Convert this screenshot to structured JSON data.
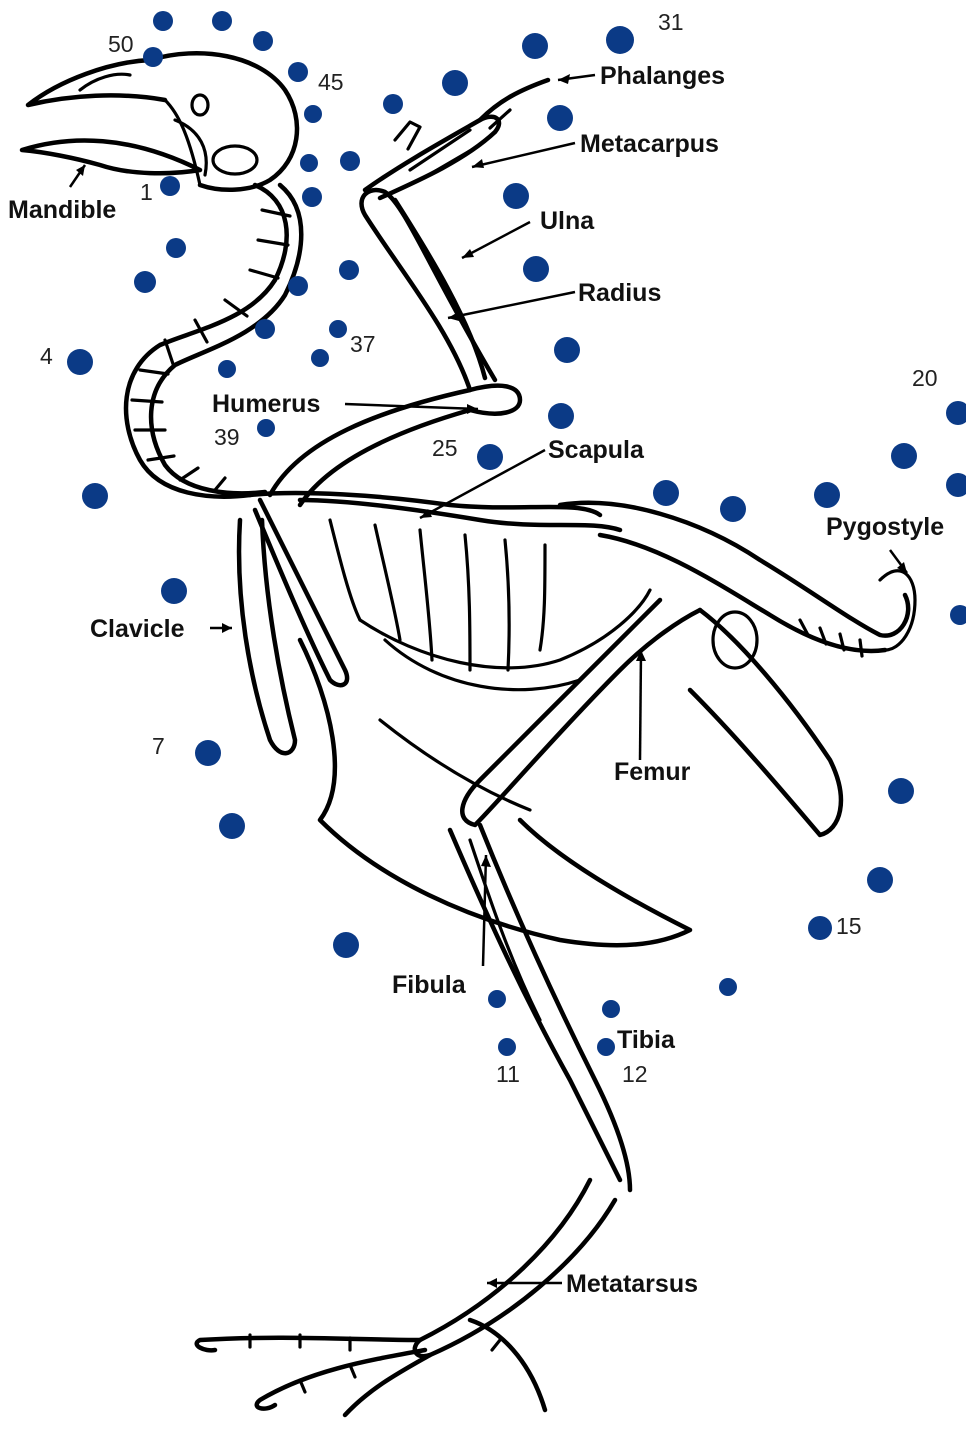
{
  "colors": {
    "dot": "#0b3a86",
    "line": "#000000"
  },
  "labels": {
    "phalanges": "Phalanges",
    "metacarpus": "Metacarpus",
    "ulna": "Ulna",
    "radius": "Radius",
    "humerus": "Humerus",
    "scapula": "Scapula",
    "pygostyle": "Pygostyle",
    "mandible": "Mandible",
    "clavicle": "Clavicle",
    "femur": "Femur",
    "fibula": "Fibula",
    "tibia": "Tibia",
    "metatarsus": "Metatarsus"
  },
  "numbers": {
    "n1": "1",
    "n4": "4",
    "n7": "7",
    "n11": "11",
    "n12": "12",
    "n15": "15",
    "n20": "20",
    "n25": "25",
    "n31": "31",
    "n37": "37",
    "n39": "39",
    "n45": "45",
    "n50": "50"
  },
  "dot_count": 50
}
